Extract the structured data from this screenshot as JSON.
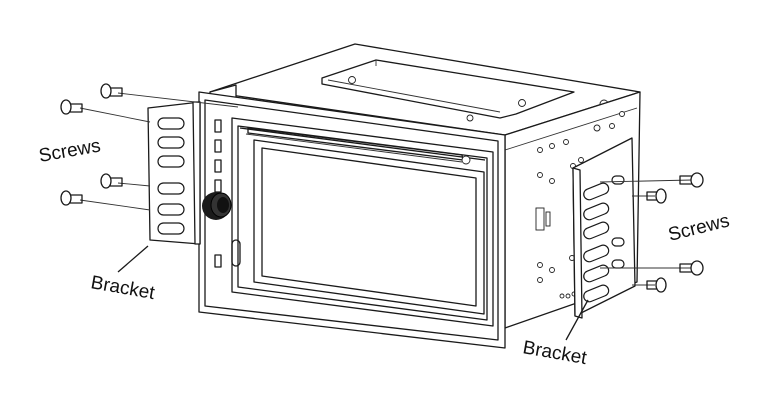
{
  "labels": {
    "screws_left": "Screws",
    "bracket_left": "Bracket",
    "screws_right": "Screws",
    "bracket_right": "Bracket"
  },
  "icons": [
    "screw-icon",
    "bracket-icon",
    "head-unit-icon",
    "volume-knob-icon"
  ],
  "colors": {
    "line": "#1a1a1a",
    "background": "#ffffff"
  }
}
